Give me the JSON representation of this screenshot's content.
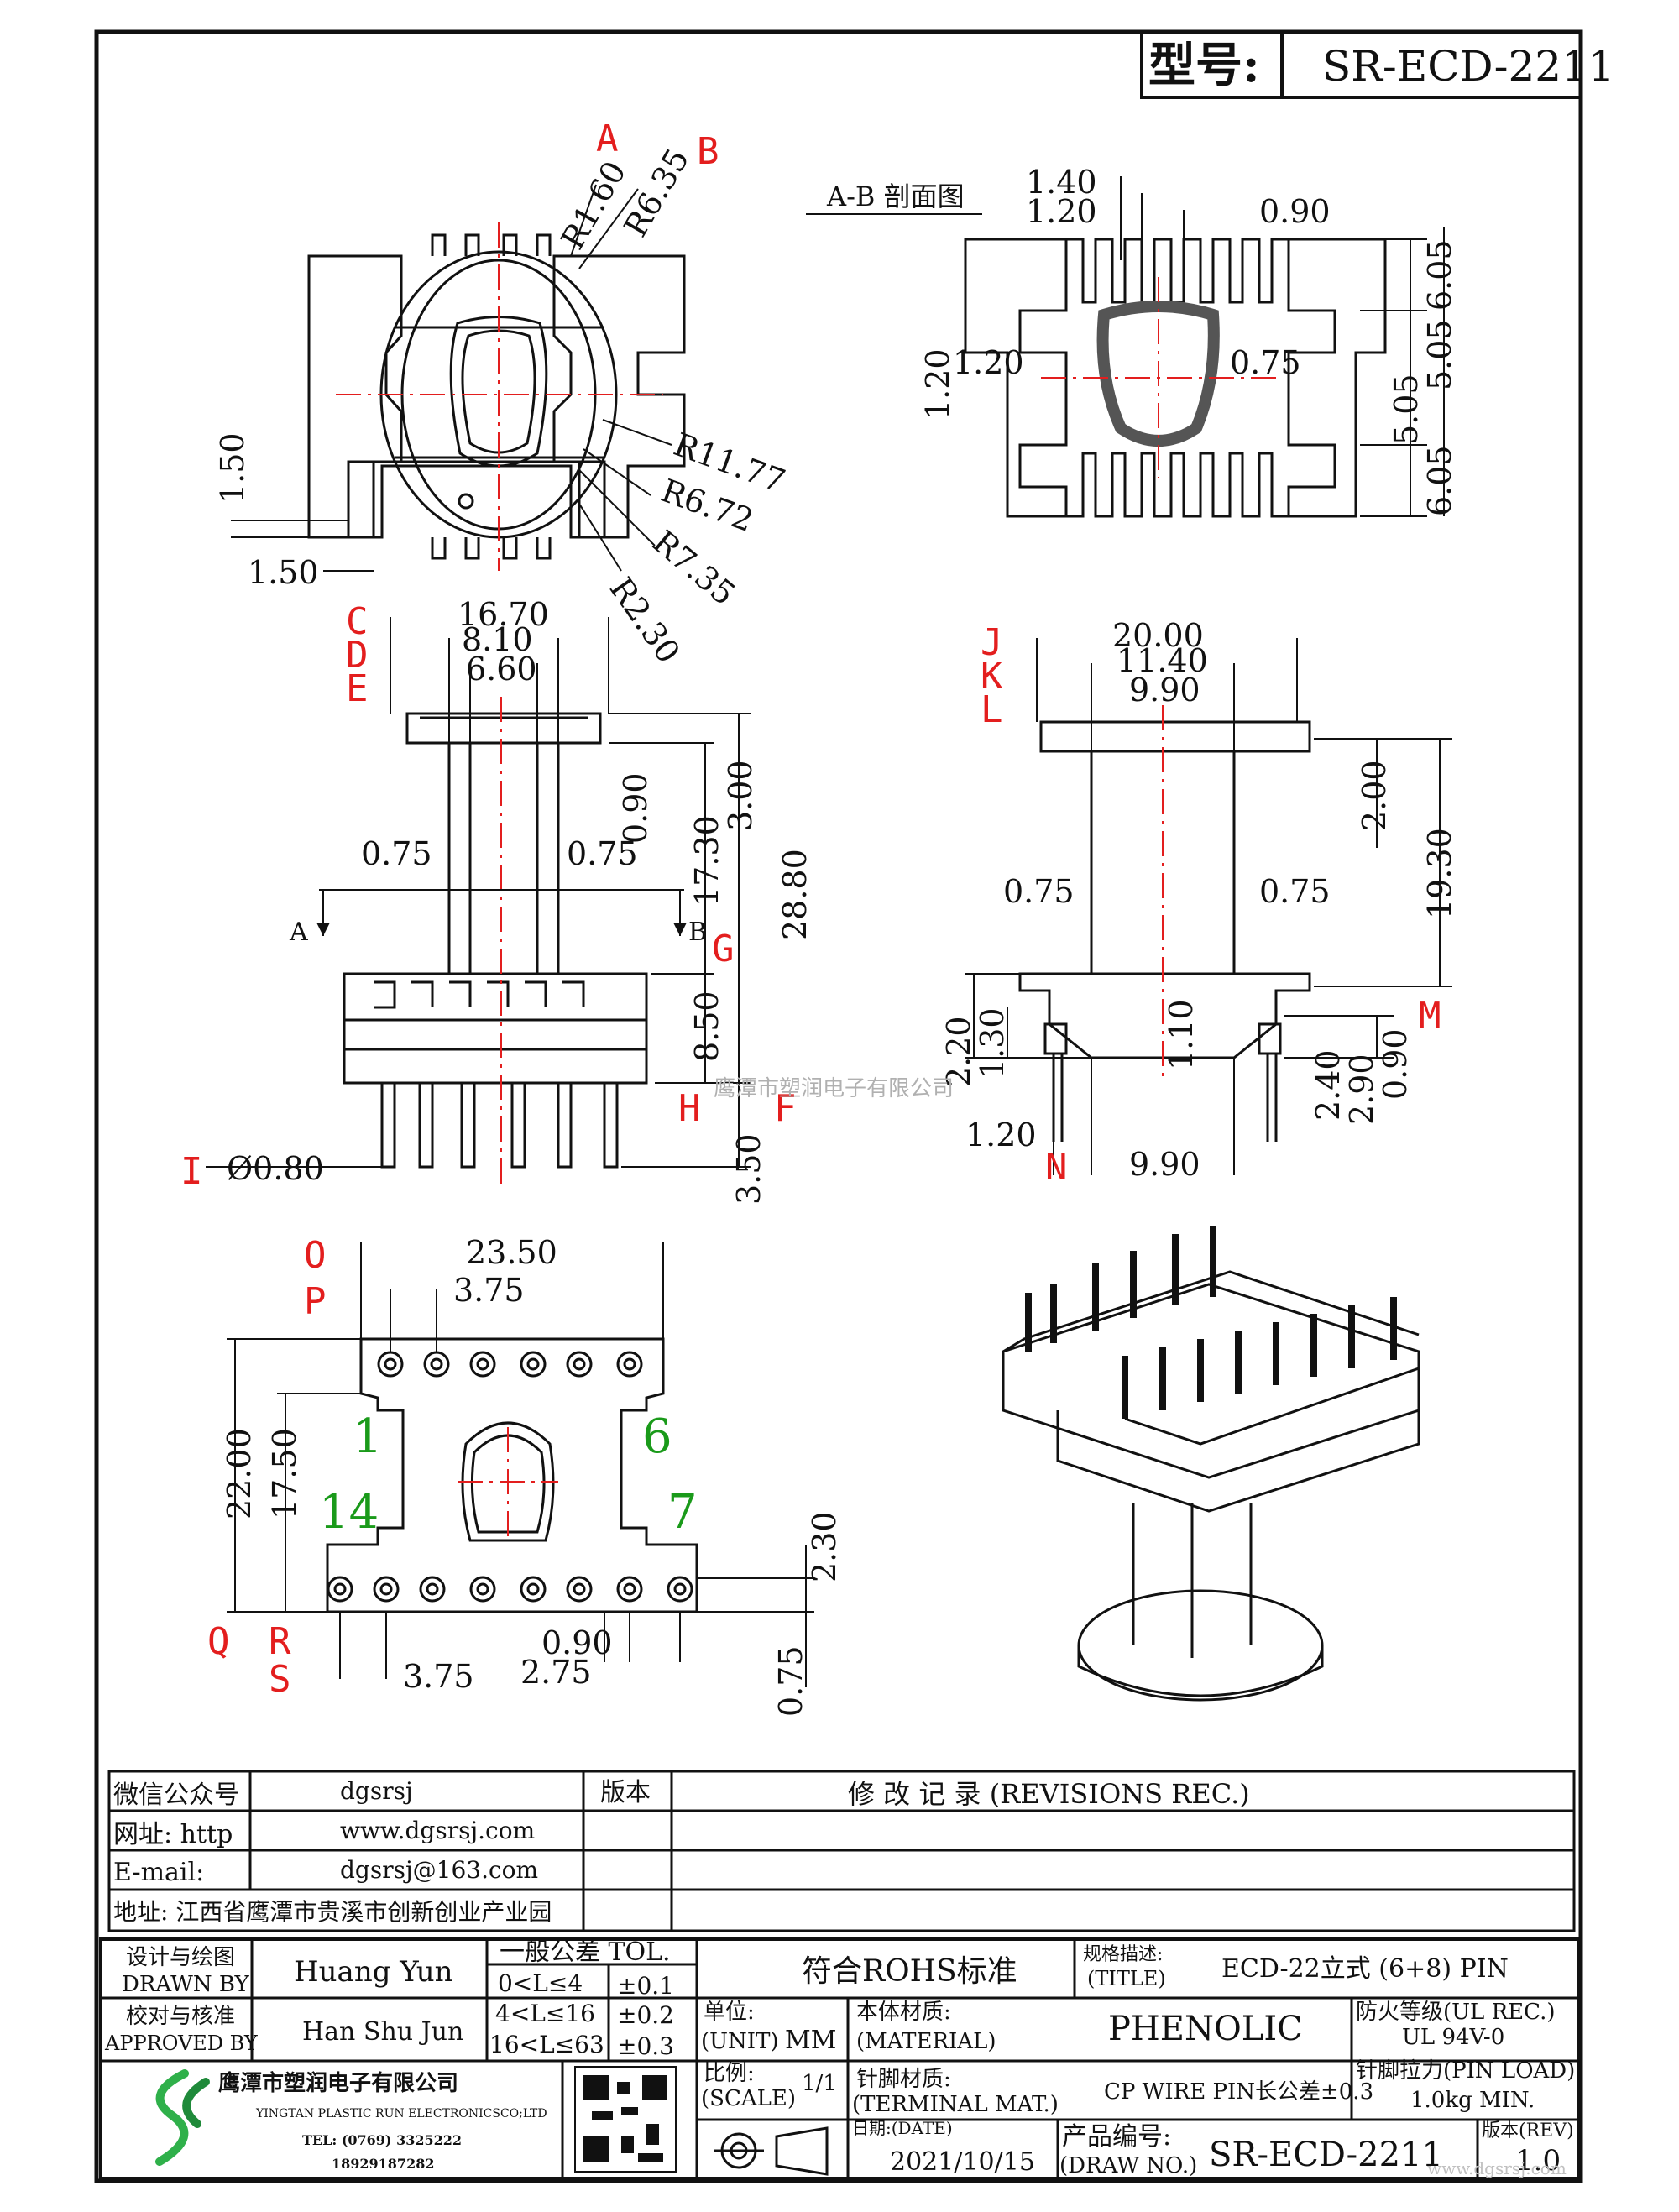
{
  "header": {
    "model_label": "型号:",
    "model_value": "SR-ECD-2211"
  },
  "section_title": "A-B 剖面图",
  "colors": {
    "line": "#111111",
    "center": "#e31e1e",
    "red_label": "#e31e1e",
    "green": "#1a9a1a"
  },
  "dims": {
    "top_view": {
      "a": "A",
      "b": "B",
      "r160": "R1.60",
      "r635": "R6.35",
      "r1177": "R11.77",
      "r672": "R6.72",
      "r735": "R7.35",
      "r230": "R2.30",
      "d150a": "1.50",
      "d150b": "1.50"
    },
    "section": {
      "d140": "1.40",
      "d120": "1.20",
      "d090": "0.90",
      "d605a": "6.05",
      "d505a": "5.05",
      "d505b": "5.05",
      "d605b": "6.05",
      "d120a": "1.20",
      "d120b": "1.20",
      "d075": "0.75"
    },
    "front": {
      "c": "C",
      "d": "D",
      "e": "E",
      "d1670": "16.70",
      "d810": "8.10",
      "d660": "6.60",
      "d090": "0.90",
      "d300": "3.00",
      "d1730": "17.30",
      "d2880": "28.80",
      "d075a": "0.75",
      "d075b": "0.75",
      "a": "A",
      "b": "B",
      "g": "G",
      "d850": "8.50",
      "h": "H",
      "f": "F",
      "d350": "3.50",
      "i": "I",
      "d080": "Ø0.80"
    },
    "side": {
      "j": "J",
      "k": "K",
      "l": "L",
      "d2000": "20.00",
      "d1140": "11.40",
      "d990": "9.90",
      "d200": "2.00",
      "d1930": "19.30",
      "d075a": "0.75",
      "d075b": "0.75",
      "m": "M",
      "d220": "2.20",
      "d130": "1.30",
      "d110": "1.10",
      "d240": "2.40",
      "d290": "2.90",
      "d090": "0.90",
      "d120": "1.20",
      "n": "N",
      "d990b": "9.90"
    },
    "bottom": {
      "o": "O",
      "p": "P",
      "d2350": "23.50",
      "d375": "3.75",
      "d2200": "22.00",
      "d1750": "17.50",
      "pin1": "1",
      "pin6": "6",
      "pin14": "14",
      "pin7": "7",
      "d230": "2.30",
      "q": "Q",
      "r": "R",
      "s": "S",
      "d090": "0.90",
      "d375b": "3.75",
      "d275": "2.75",
      "d075": "0.75"
    }
  },
  "watermark": "鹰潭市塑润电子有限公司",
  "contact": {
    "wechat_label": "微信公众号",
    "wechat_value": "dgsrsj",
    "web_label": "网址: http",
    "web_value": "www.dgsrsj.com",
    "email_label": "E-mail:",
    "email_value": "dgsrsj@163.com",
    "addr_label": "地址: 江西省鹰潭市贵溪市创新创业产业园",
    "ver_label": "版本",
    "rev_title": "修 改 记 录  (REVISIONS REC.)"
  },
  "title_block": {
    "drawn_cn": "设计与绘图",
    "drawn_en": "DRAWN BY",
    "drawn_val": "Huang Yun",
    "appr_cn": "校对与核准",
    "appr_en": "APPROVED BY",
    "appr_val": "Han Shu Jun",
    "tol_head": "一般公差 TOL.",
    "tol": [
      {
        "range": "0<L≤4",
        "val": "±0.1"
      },
      {
        "range": "4<L≤16",
        "val": "±0.2"
      },
      {
        "range": "16<L≤63",
        "val": "±0.3"
      }
    ],
    "rohs": "符合ROHS标准",
    "title_cn": "规格描述:",
    "title_en": "(TITLE)",
    "title_val": "ECD-22立式 (6+8) PIN",
    "unit_cn": "单位:",
    "unit_en": "(UNIT)",
    "unit_val": "MM",
    "mat_cn": "本体材质:",
    "mat_en": "(MATERIAL)",
    "mat_val": "PHENOLIC",
    "fire_cn": "防火等级(UL REC.)",
    "fire_val": "UL 94V-0",
    "company_cn": "鹰潭市塑润电子有限公司",
    "company_en": "YINGTAN PLASTIC RUN ELECTRONICSCO;LTD",
    "tel": "TEL: (0769) 3325222",
    "phone": "18929187282",
    "scale_cn": "比例:",
    "scale_en": "(SCALE)",
    "scale_val": "1/1",
    "term_cn": "针脚材质:",
    "term_en": "(TERMINAL MAT.)",
    "term_val": "CP WIRE  PIN长公差±0.3",
    "load_cn": "针脚拉力(PIN LOAD)",
    "load_val": "1.0kg MIN.",
    "date_cn": "日期:(DATE)",
    "date_val": "2021/10/15",
    "drawno_cn": "产品编号:",
    "drawno_en": "(DRAW NO.)",
    "drawno_val": "SR-ECD-2211",
    "rev_cn": "版本(REV)",
    "rev_val": "1.0",
    "site": "www.dgsrsj.com"
  }
}
